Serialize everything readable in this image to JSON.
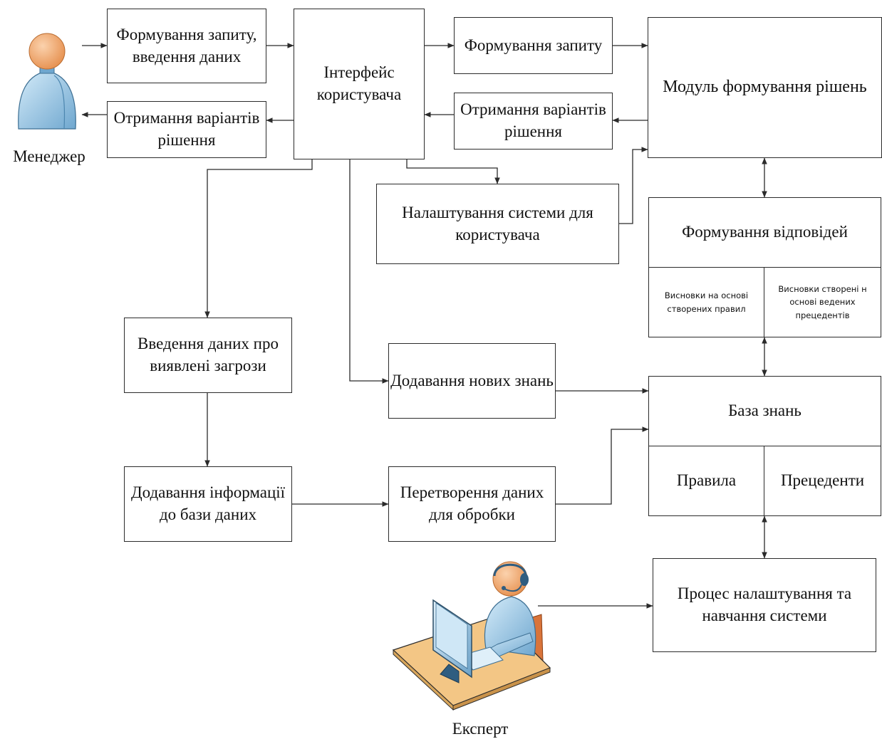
{
  "actors": {
    "manager": {
      "label": "Менеджер",
      "icon": "manager-person-icon"
    },
    "expert": {
      "label": "Експерт",
      "icon": "expert-at-computer-icon"
    }
  },
  "boxes": {
    "request_data_entry": "Формування запиту, введення даних",
    "receive_solutions_left": "Отримання варіантів рішення",
    "user_interface": "Інтерфейс користувача",
    "form_request": "Формування запиту",
    "receive_solutions_right": "Отримання варіантів рішення",
    "decision_module": "Модуль формування рішень",
    "system_settings": "Налаштування системи для користувача",
    "response_forming": {
      "title": "Формування відповідей",
      "rules_conclusions": "Висновки на основі створених правил",
      "precedent_conclusions": "Висновки створені н основі ведених прецедентів"
    },
    "threat_data_entry": "Введення даних про виявлені загрози",
    "add_knowledge": "Додавання нових знань",
    "knowledge_base": {
      "title": "База знань",
      "rules": "Правила",
      "precedents": "Прецеденти"
    },
    "add_info_db": "Додавання інформації до бази даних",
    "data_transform": "Перетворення даних для обробки",
    "training_process": "Процес налаштування та навчання системи"
  },
  "colors": {
    "line": "#2b2b2b",
    "skin": "#f3b07c",
    "shirt": "#b9d9ee",
    "shirt_dark": "#7ab0d3",
    "desk": "#f3c685"
  }
}
